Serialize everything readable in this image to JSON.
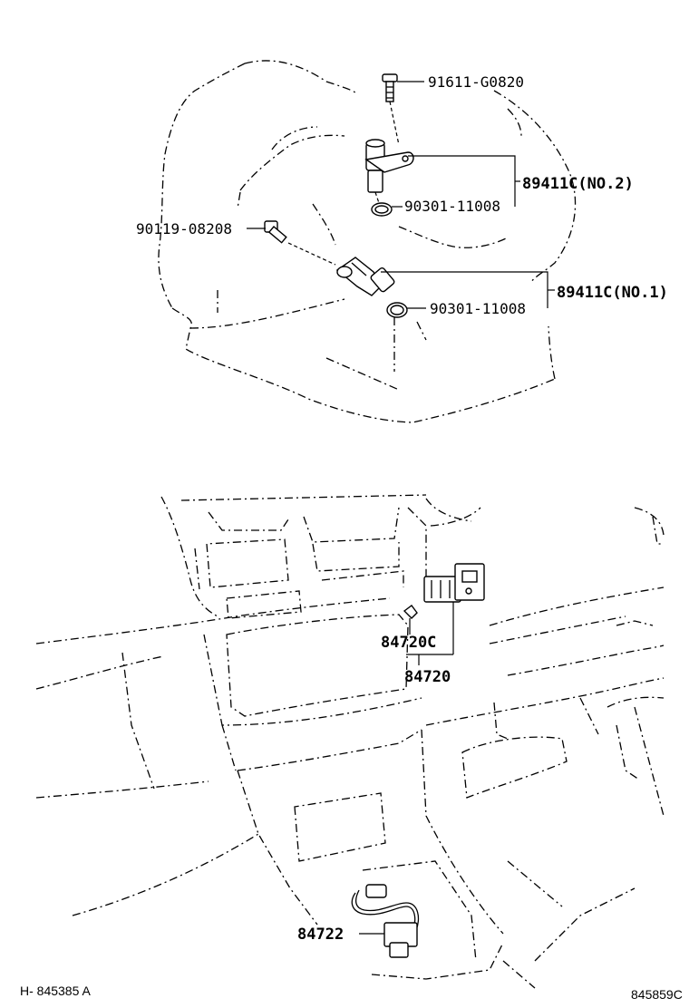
{
  "upper_assembly": {
    "labels": {
      "bolt_top": "91611-G0820",
      "sensor_no2": "89411C(NO.2)",
      "oring_top": "90301-11008",
      "bolt_left": "90119-08208",
      "sensor_no1": "89411C(NO.1)",
      "oring_bottom": "90301-11008"
    }
  },
  "lower_assembly": {
    "labels": {
      "switch_sub": "84720C",
      "switch_main": "84720",
      "harness_switch": "84722"
    }
  },
  "footer": {
    "left_code": "H- 845385 A",
    "right_code": "845859C"
  }
}
